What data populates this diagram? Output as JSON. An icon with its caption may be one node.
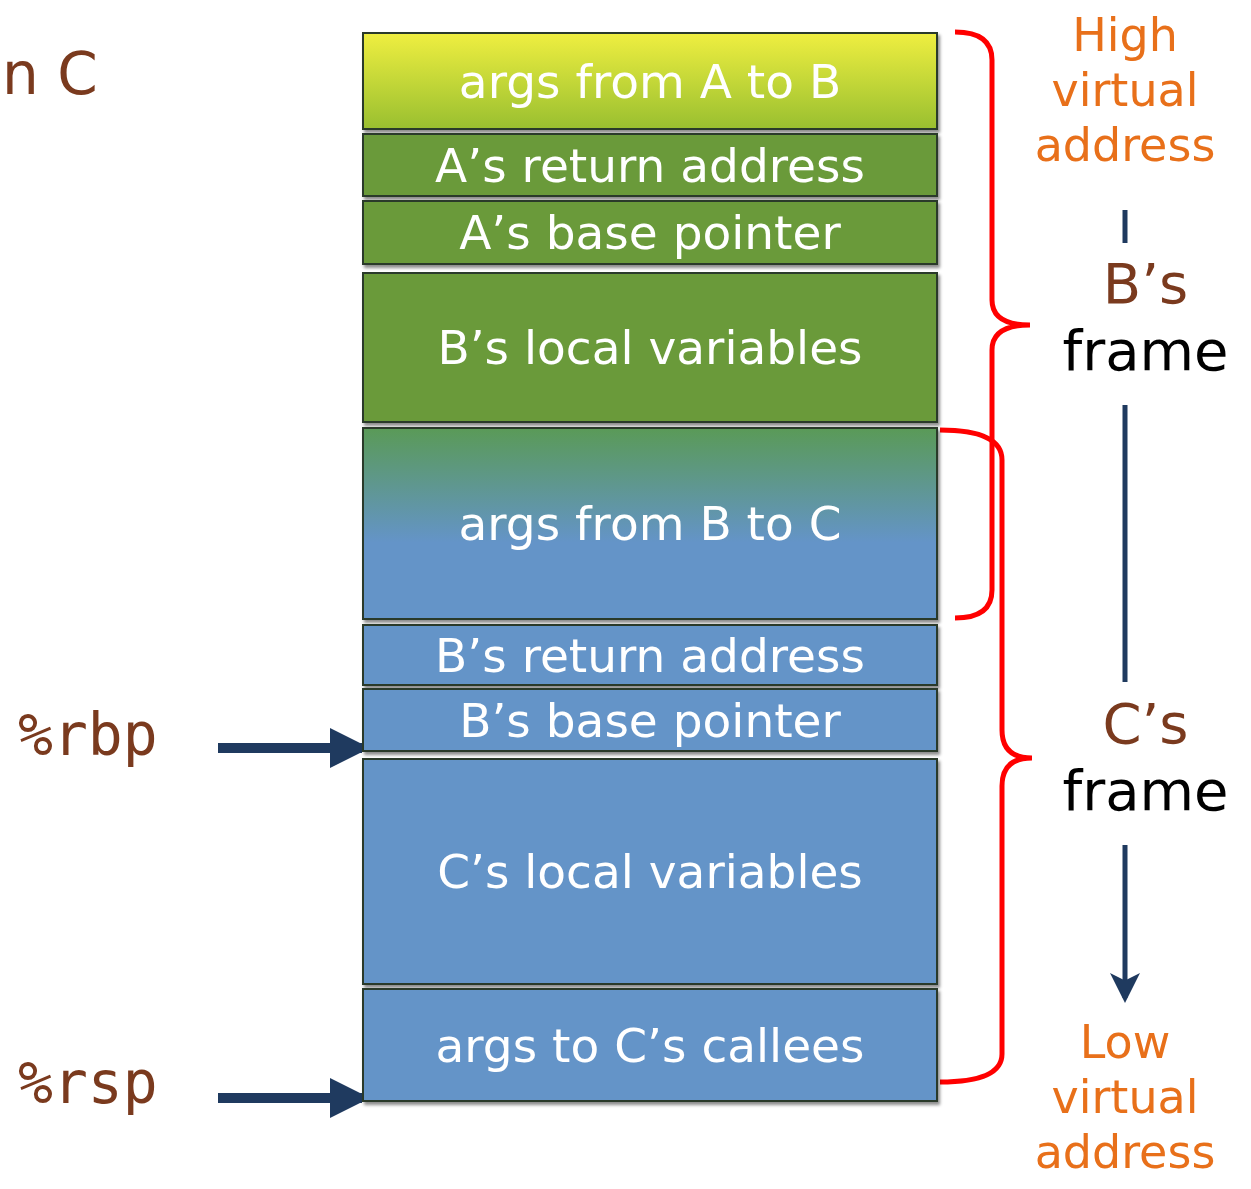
{
  "diagram": {
    "nodes": [
      {
        "text": [
          "args from A to B"
        ]
      },
      {
        "text": [
          "A’s return address"
        ]
      },
      {
        "text": [
          "A’s base pointer"
        ]
      },
      {
        "text": [
          "B’s local variables"
        ]
      },
      {
        "text": [
          "args from B to C"
        ]
      },
      {
        "text": [
          "B’s return address"
        ]
      },
      {
        "text": [
          "B’s base pointer"
        ]
      },
      {
        "text": [
          "C’s local variables"
        ]
      },
      {
        "text": [
          "args to C’s callees"
        ]
      },
      {
        "text": [
          "%rbp"
        ]
      },
      {
        "text": [
          "%rsp"
        ]
      }
    ],
    "edges": [
      {
        "from": 9,
        "to": 6,
        "arrow": "to"
      },
      {
        "from": 10,
        "to": 8,
        "arrow": "to"
      }
    ],
    "labels": [
      "n C",
      "High virtual address",
      "B’s frame",
      "C’s frame",
      "Low virtual address"
    ]
  }
}
